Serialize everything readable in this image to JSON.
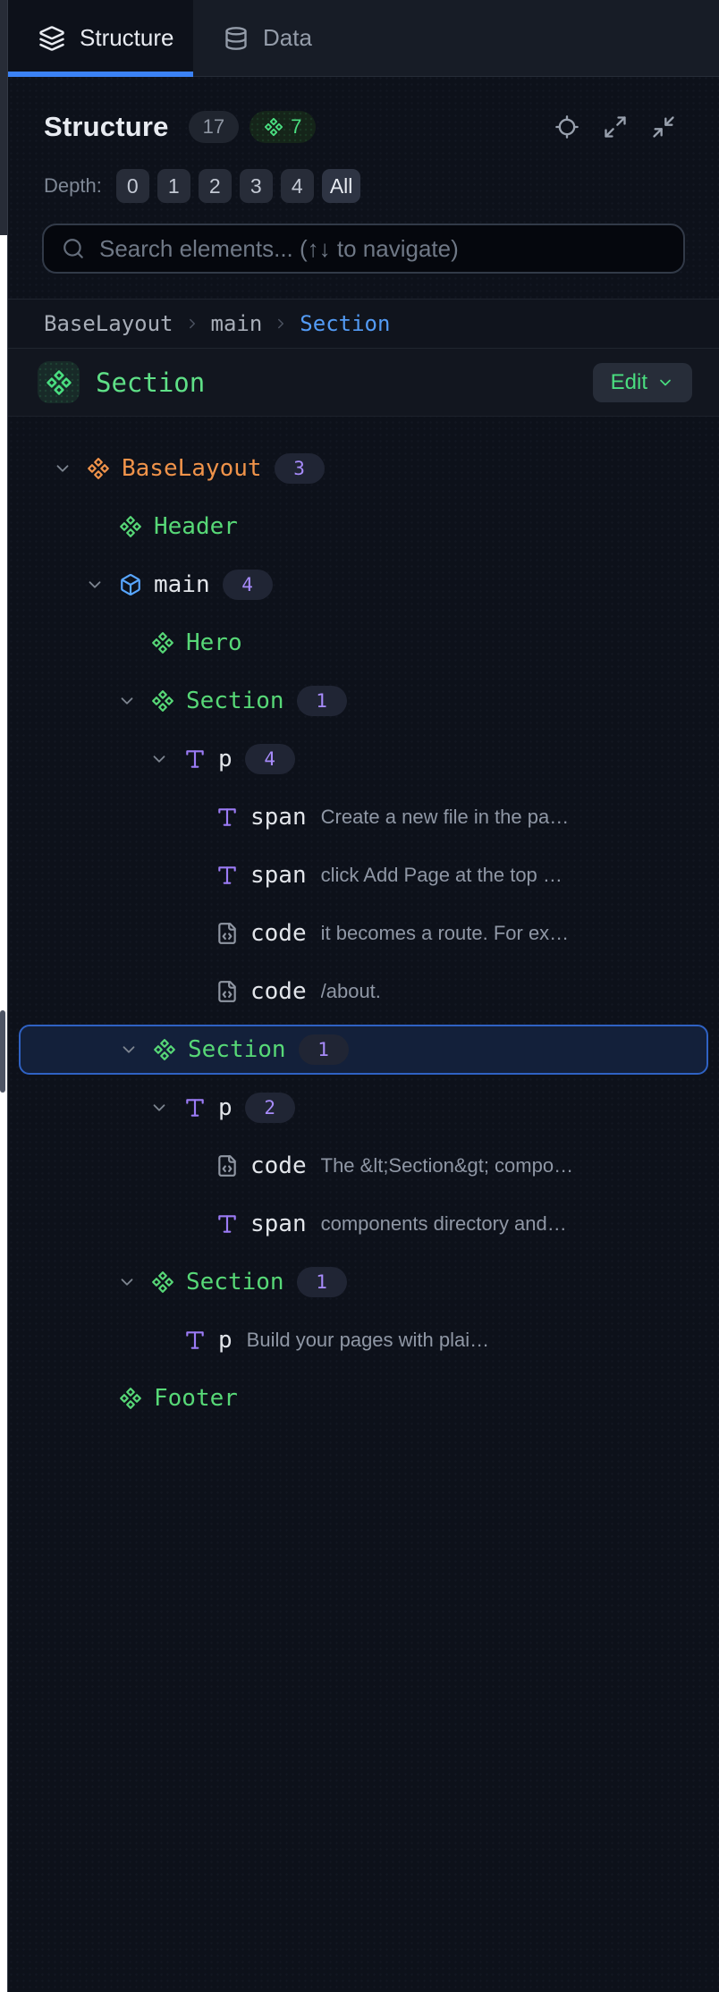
{
  "tabs": [
    {
      "label": "Structure",
      "icon": "layers-icon",
      "active": true
    },
    {
      "label": "Data",
      "icon": "database-icon",
      "active": false
    }
  ],
  "header": {
    "title": "Structure",
    "total_count": "17",
    "component_count": "7"
  },
  "depth_filter": {
    "label": "Depth:",
    "options": [
      "0",
      "1",
      "2",
      "3",
      "4",
      "All"
    ],
    "active": "All"
  },
  "search": {
    "placeholder": "Search elements... (↑↓ to navigate)",
    "value": ""
  },
  "breadcrumb": {
    "items": [
      "BaseLayout",
      "main",
      "Section"
    ],
    "current": "Section"
  },
  "selected_element": {
    "name": "Section",
    "edit_label": "Edit"
  },
  "tree": {
    "rows": [
      {
        "depth": 0,
        "icon": "component-icon",
        "icon_color": "orange",
        "label": "BaseLayout",
        "label_color": "orange",
        "badge": "3",
        "expandable": true
      },
      {
        "depth": 1,
        "icon": "component-icon",
        "icon_color": "green",
        "label": "Header",
        "label_color": "green"
      },
      {
        "depth": 1,
        "icon": "box-icon",
        "icon_color": "blue",
        "label": "main",
        "label_color": "white",
        "badge": "4",
        "expandable": true
      },
      {
        "depth": 2,
        "icon": "component-icon",
        "icon_color": "green",
        "label": "Hero",
        "label_color": "green"
      },
      {
        "depth": 2,
        "icon": "component-icon",
        "icon_color": "green",
        "label": "Section",
        "label_color": "green",
        "badge": "1",
        "expandable": true
      },
      {
        "depth": 3,
        "icon": "type-icon",
        "icon_color": "purple",
        "label": "p",
        "label_color": "white",
        "badge": "4",
        "expandable": true
      },
      {
        "depth": 4,
        "icon": "type-icon",
        "icon_color": "purple",
        "label": "span",
        "label_color": "white",
        "desc": "Create a new file in the pa…"
      },
      {
        "depth": 4,
        "icon": "type-icon",
        "icon_color": "purple",
        "label": "span",
        "label_color": "white",
        "desc": "click Add Page at the top …"
      },
      {
        "depth": 4,
        "icon": "file-code-icon",
        "icon_color": "gray",
        "label": "code",
        "label_color": "white",
        "desc": "it becomes a route. For ex…"
      },
      {
        "depth": 4,
        "icon": "file-code-icon",
        "icon_color": "gray",
        "label": "code",
        "label_color": "white",
        "desc": "/about."
      },
      {
        "depth": 2,
        "icon": "component-icon",
        "icon_color": "green",
        "label": "Section",
        "label_color": "green",
        "badge": "1",
        "expandable": true,
        "selected": true
      },
      {
        "depth": 3,
        "icon": "type-icon",
        "icon_color": "purple",
        "label": "p",
        "label_color": "white",
        "badge": "2",
        "expandable": true
      },
      {
        "depth": 4,
        "icon": "file-code-icon",
        "icon_color": "gray",
        "label": "code",
        "label_color": "white",
        "desc": "The &lt;Section&gt; compo…"
      },
      {
        "depth": 4,
        "icon": "type-icon",
        "icon_color": "purple",
        "label": "span",
        "label_color": "white",
        "desc": "components directory and…"
      },
      {
        "depth": 2,
        "icon": "component-icon",
        "icon_color": "green",
        "label": "Section",
        "label_color": "green",
        "badge": "1",
        "expandable": true
      },
      {
        "depth": 3,
        "icon": "type-icon",
        "icon_color": "purple",
        "label": "p",
        "label_color": "white",
        "desc": "Build your pages with plai…"
      },
      {
        "depth": 1,
        "icon": "component-icon",
        "icon_color": "green",
        "label": "Footer",
        "label_color": "green"
      }
    ]
  },
  "colors": {
    "panel_bg": "#0d111a",
    "tabbar_bg": "#171c26",
    "accent_blue": "#3b82f6",
    "component_green": "#57d877",
    "component_orange": "#f0934a",
    "element_blue": "#58a6ff",
    "text_purple": "#9b7bf5",
    "badge_purple": "#a78bfa",
    "selected_border": "#2f62c4",
    "selected_bg": "#13203a"
  }
}
